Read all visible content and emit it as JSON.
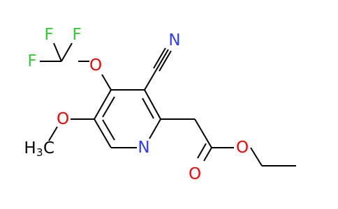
{
  "colors": {
    "bond": "#000000",
    "N": "#2e3bff",
    "O": "#ff0000",
    "F": "#33cc33",
    "C": "#000000"
  },
  "atoms": {
    "F1": "F",
    "F2": "F",
    "F3": "F",
    "O_ocf3": "O",
    "N_nitrile": "N",
    "N_ring": "N",
    "O_methoxy": "O",
    "methyl_C": "H",
    "methyl_sub": "3",
    "methyl_C2": "C",
    "O_carbonyl": "O",
    "O_ester": "O"
  }
}
